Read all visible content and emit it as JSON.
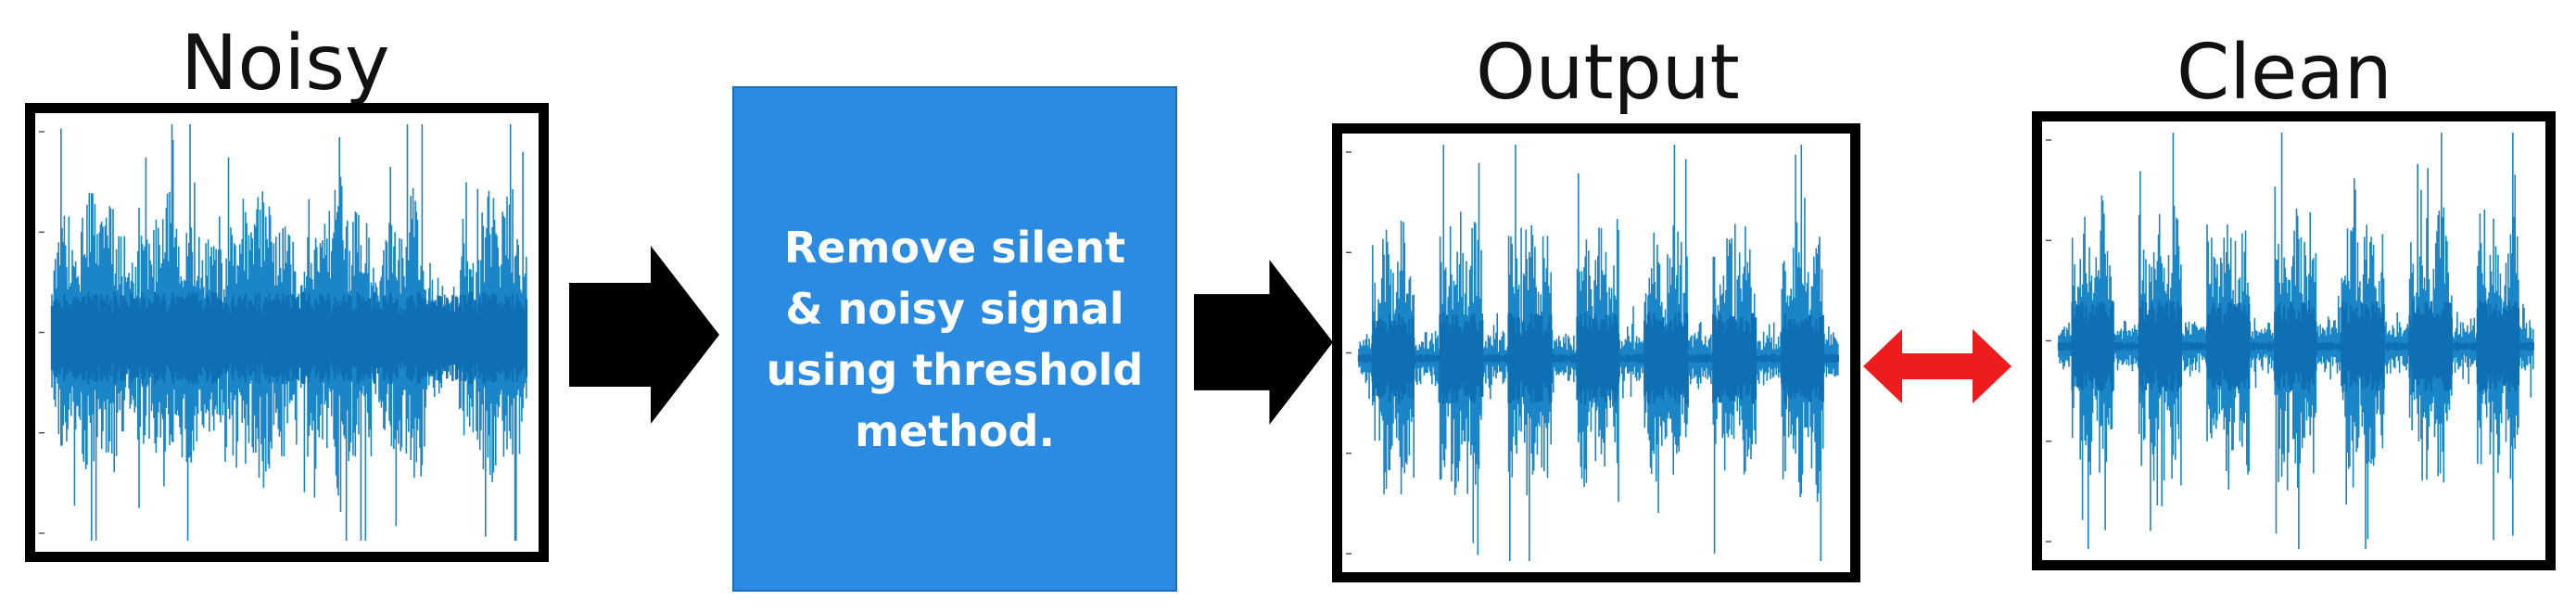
{
  "labels": {
    "noisy": "Noisy",
    "output": "Output",
    "clean": "Clean"
  },
  "process": {
    "lines": [
      "Remove silent",
      "& noisy signal",
      "using threshold",
      "method."
    ]
  },
  "colors": {
    "waveform": "#1a86c8",
    "waveform_core": "#0f6fb3",
    "process_box": "#2b8be0",
    "arrow": "#000000",
    "compare_arrow": "#ee1c1c"
  },
  "icons": {
    "flow_arrow_1": "right-arrow-icon",
    "flow_arrow_2": "right-arrow-icon",
    "compare_arrow": "double-headed-arrow-icon"
  }
}
